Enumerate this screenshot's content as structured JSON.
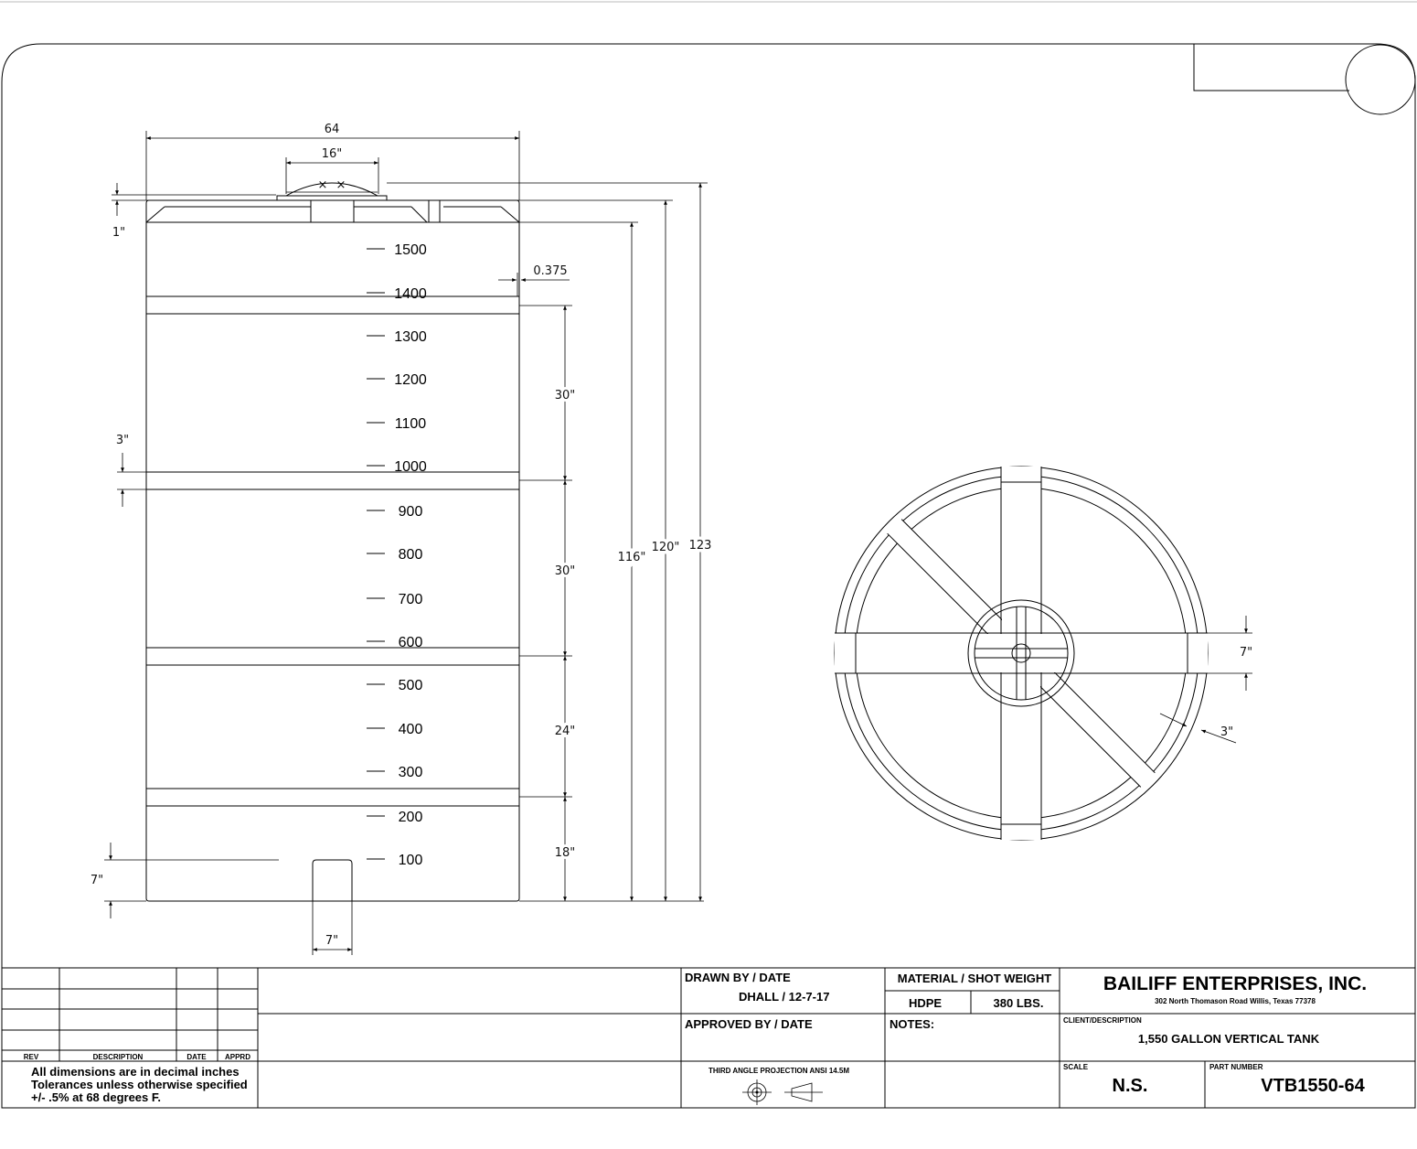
{
  "dimensions": {
    "overall_width": "64",
    "manway_width": "16\"",
    "lid_height": "1\"",
    "wall_thickness": "0.375",
    "band_height": "3\"",
    "section_1": "30\"",
    "section_2": "30\"",
    "section_3": "24\"",
    "section_4": "18\"",
    "fitting_height": "7\"",
    "fitting_width": "7\"",
    "height_116": "116\"",
    "height_120": "120\"",
    "height_123": "123",
    "rib_width": "7\"",
    "rib_wall": "3\""
  },
  "gauge_marks": [
    "1500",
    "1400",
    "1300",
    "1200",
    "1100",
    "1000",
    "900",
    "800",
    "700",
    "600",
    "500",
    "400",
    "300",
    "200",
    "100"
  ],
  "revision_table": {
    "headers": [
      "REV",
      "DESCRIPTION",
      "DATE",
      "APPRD"
    ]
  },
  "tolerance_note": [
    "All dimensions are in decimal inches",
    "Tolerances unless otherwise specified",
    "+/- .5% at 68 degrees F."
  ],
  "title_block": {
    "drawn_by_label": "DRAWN BY / DATE",
    "drawn_by_value": "DHALL / 12-7-17",
    "approved_by_label": "APPROVED  BY / DATE",
    "projection_label": "THIRD ANGLE PROJECTION ANSI 14.5M",
    "material_label": "MATERIAL / SHOT WEIGHT",
    "material_value": "HDPE",
    "weight_value": "380 LBS.",
    "notes_label": "NOTES:",
    "company_name": "BAILIFF ENTERPRISES, INC.",
    "company_address": "302 North Thomason Road   Willis, Texas 77378",
    "client_label": "CLIENT/DESCRIPTION",
    "client_value": "1,550 GALLON VERTICAL TANK",
    "scale_label": "SCALE",
    "scale_value": "N.S.",
    "part_label": "PART NUMBER",
    "part_value": "VTB1550-64"
  }
}
